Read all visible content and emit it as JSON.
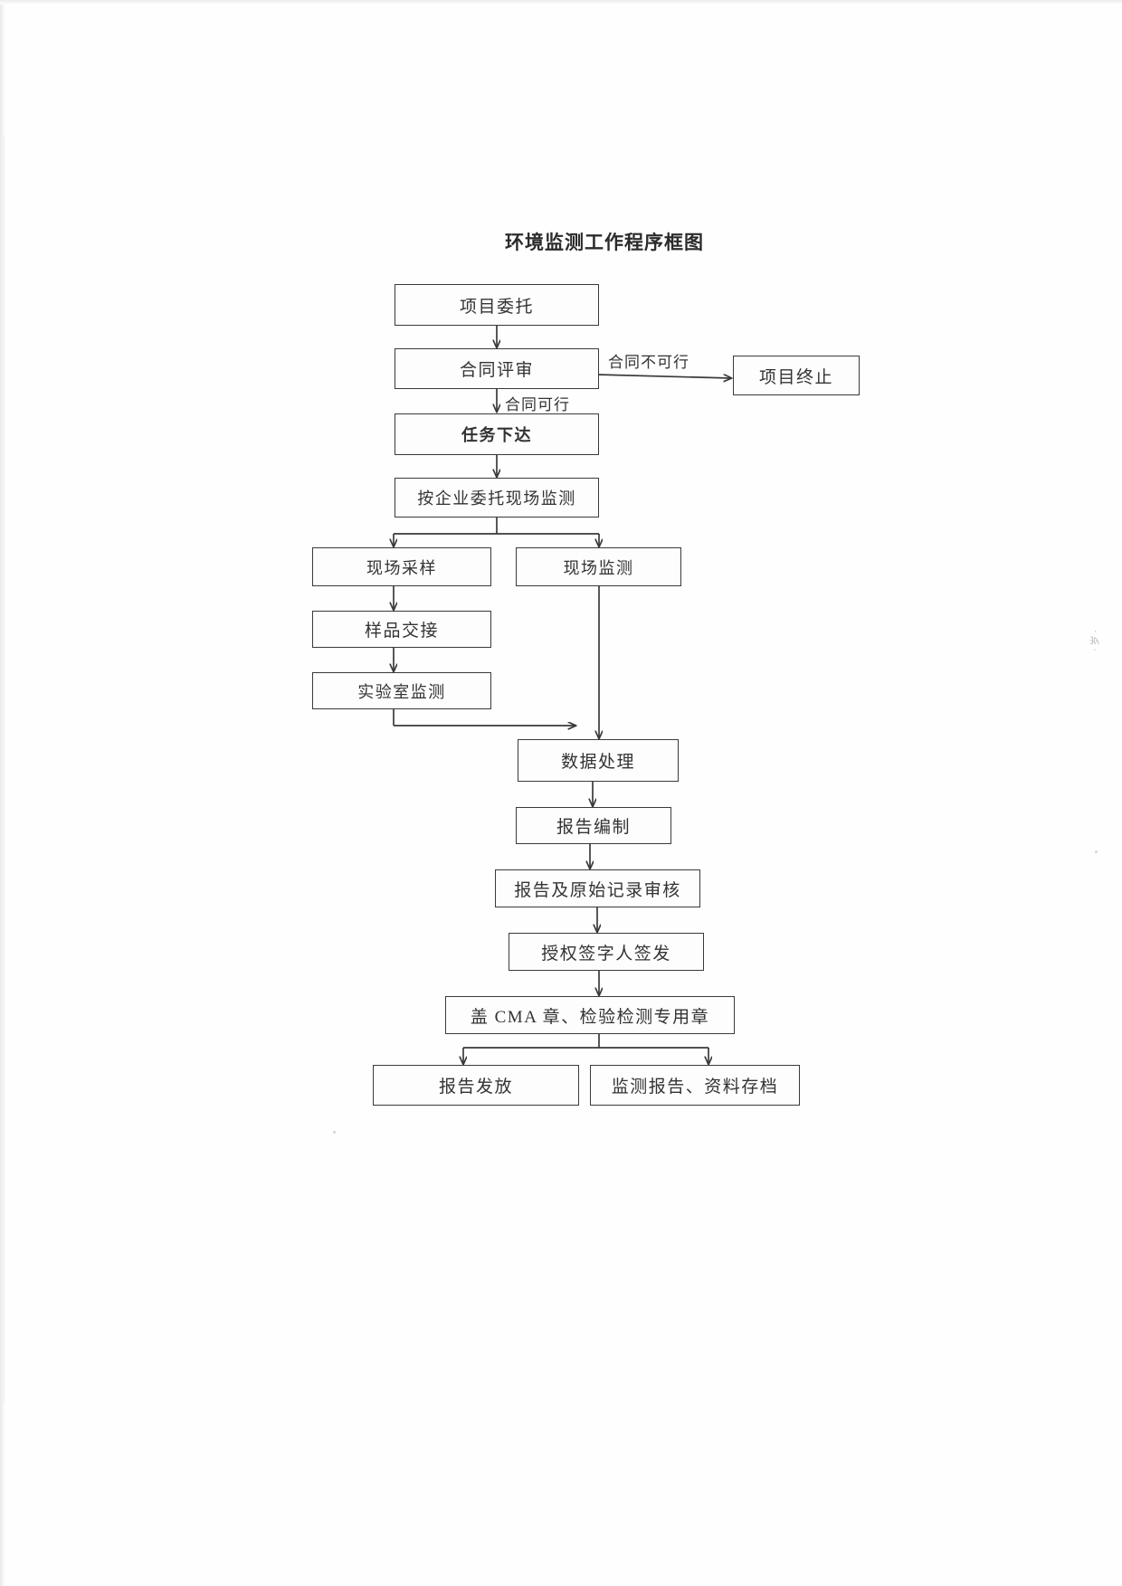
{
  "document": {
    "title": "环境监测工作程序框图"
  },
  "chart_data": {
    "type": "diagram",
    "diagram_kind": "flowchart",
    "title": "环境监测工作程序框图",
    "orientation": "top-to-bottom",
    "nodes": [
      {
        "id": "n1",
        "label": "项目委托",
        "shape": "rectangle"
      },
      {
        "id": "n2",
        "label": "合同评审",
        "shape": "rectangle"
      },
      {
        "id": "n3",
        "label": "项目终止",
        "shape": "rectangle"
      },
      {
        "id": "n4",
        "label": "任务下达",
        "shape": "rectangle"
      },
      {
        "id": "n5",
        "label": "按企业委托现场监测",
        "shape": "rectangle"
      },
      {
        "id": "n6",
        "label": "现场采样",
        "shape": "rectangle"
      },
      {
        "id": "n7",
        "label": "现场监测",
        "shape": "rectangle"
      },
      {
        "id": "n8",
        "label": "样品交接",
        "shape": "rectangle"
      },
      {
        "id": "n9",
        "label": "实验室监测",
        "shape": "rectangle"
      },
      {
        "id": "n10",
        "label": "数据处理",
        "shape": "rectangle"
      },
      {
        "id": "n11",
        "label": "报告编制",
        "shape": "rectangle"
      },
      {
        "id": "n12",
        "label": "报告及原始记录审核",
        "shape": "rectangle"
      },
      {
        "id": "n13",
        "label": "授权签字人签发",
        "shape": "rectangle"
      },
      {
        "id": "n14",
        "label": "盖 CMA 章、检验检测专用章",
        "shape": "rectangle"
      },
      {
        "id": "n15",
        "label": "报告发放",
        "shape": "rectangle"
      },
      {
        "id": "n16",
        "label": "监测报告、资料存档",
        "shape": "rectangle"
      }
    ],
    "edges": [
      {
        "from": "n1",
        "to": "n2",
        "label": ""
      },
      {
        "from": "n2",
        "to": "n3",
        "label": "合同不可行"
      },
      {
        "from": "n2",
        "to": "n4",
        "label": "合同可行"
      },
      {
        "from": "n4",
        "to": "n5",
        "label": ""
      },
      {
        "from": "n5",
        "to": "n6",
        "label": ""
      },
      {
        "from": "n5",
        "to": "n7",
        "label": ""
      },
      {
        "from": "n6",
        "to": "n8",
        "label": ""
      },
      {
        "from": "n8",
        "to": "n9",
        "label": ""
      },
      {
        "from": "n9",
        "to": "n10",
        "label": ""
      },
      {
        "from": "n7",
        "to": "n10",
        "label": ""
      },
      {
        "from": "n10",
        "to": "n11",
        "label": ""
      },
      {
        "from": "n11",
        "to": "n12",
        "label": ""
      },
      {
        "from": "n12",
        "to": "n13",
        "label": ""
      },
      {
        "from": "n13",
        "to": "n14",
        "label": ""
      },
      {
        "from": "n14",
        "to": "n15",
        "label": ""
      },
      {
        "from": "n14",
        "to": "n16",
        "label": ""
      }
    ],
    "edge_labels": {
      "contract_infeasible": "合同不可行",
      "contract_feasible": "合同可行"
    },
    "colors": {
      "stroke": "#3a3a3a",
      "fill": "#fdfdfd",
      "text": "#333333",
      "page": "#ffffff"
    }
  }
}
